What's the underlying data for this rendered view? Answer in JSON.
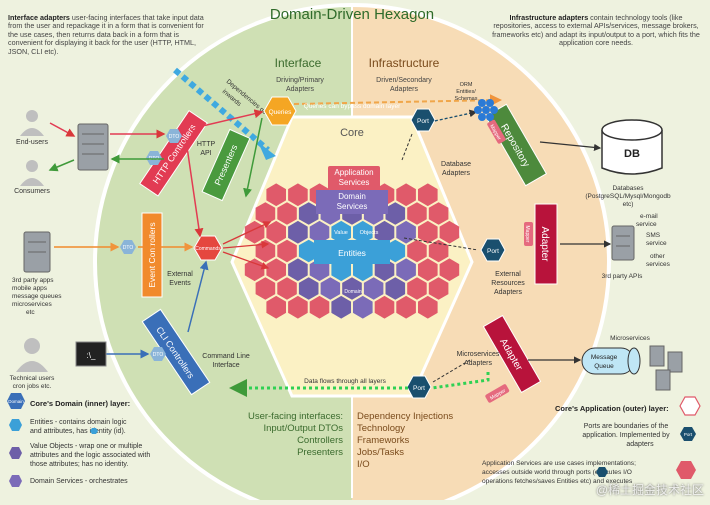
{
  "title": "Domain-Driven Hexagon",
  "notes": {
    "interface_adapters_bold": "Interface adapters",
    "interface_adapters_text": " user-facing interfaces that take input data from the user and repackage it in a form that is convenient for the use cases, then returns data back in a form that is convenient for displaying it back for the user (HTTP, HTML, JSON, CLI etc).",
    "infrastructure_adapters_bold": "Infrastructure adapters",
    "infrastructure_adapters_text": " contain technology tools (like repositories, access to external APIs/services, message brokers, frameworks etc) and adapt its input/output to a port, which fits the application core needs."
  },
  "regions": {
    "interface": "Interface",
    "infrastructure": "Infrastructure",
    "core": "Core"
  },
  "sublabels": {
    "driving_primary": [
      "Driving/Primary",
      "Adapters"
    ],
    "driven_secondary": [
      "Driven/Secondary",
      "Adapters"
    ],
    "dependencies_go_inwards": [
      "Dependencies go",
      "inwards"
    ],
    "queries_bypass": "Queries can bypass domain layer",
    "orm": [
      "ORM",
      "Entities/",
      "Schemas"
    ],
    "http_api": [
      "HTTP",
      "API"
    ],
    "database_adapters": [
      "Database",
      "Adapters"
    ],
    "external_events": [
      "External",
      "Events"
    ],
    "command_line_interface": [
      "Command Line",
      "Interface"
    ],
    "external_resources_adapters": [
      "External",
      "Resources",
      "Adapters"
    ],
    "microservices_adapters": [
      "Microservices",
      "Adapters"
    ],
    "data_flows": "Data flows through all layers"
  },
  "actors": {
    "end_users": "End-users",
    "consumers": "Consumers",
    "third_party_apps": [
      "3rd party apps",
      "mobile apps",
      "message queues",
      "microservices",
      "etc"
    ],
    "technical_users": [
      "Technical users",
      "cron jobs etc."
    ]
  },
  "adapters": {
    "http_controllers": "HTTP Controllers",
    "presenters": "Presenters",
    "event_controllers": "Event Controllers",
    "cli_controllers": "CLI Controllers",
    "repository": "Repository",
    "adapter_top": "Adapter",
    "adapter_bottom": "Adapter"
  },
  "small_tags": {
    "dto": "DTO",
    "queries": "Queries",
    "commands": "Commands",
    "port": "Port",
    "mapper": "Mapper"
  },
  "core_labels": {
    "application_services": [
      "Application",
      "Services"
    ],
    "domain_services": [
      "Domain",
      "Services"
    ],
    "value_objects": [
      "Value",
      "Objects"
    ],
    "entities": "Entities",
    "domain": "Domain"
  },
  "infra": {
    "db": "DB",
    "databases": [
      "Databases",
      "(PostgreSQL/Mysql/Mongodb",
      "etc)"
    ],
    "external_services": [
      "e-mail",
      "service",
      "SMS",
      "service",
      "other",
      "services"
    ],
    "third_party_apis": "3rd party APIs",
    "microservices": "Microservices",
    "message_queue": [
      "Message",
      "Queue"
    ]
  },
  "bottom_left_list": [
    "User-facing interfaces:",
    "Input/Output DTOs",
    "Controllers",
    "Presenters"
  ],
  "bottom_right_list": [
    "Dependency Injections",
    "Technology",
    "Frameworks",
    "Jobs/Tasks",
    "I/O"
  ],
  "legend_left": {
    "title": "Core's Domain (inner) layer:",
    "icon_label": "Domain",
    "entities": [
      "Entities - contains domain logic",
      "and attributes,    has identity (id)."
    ],
    "value_objects": [
      "Value Objects - wrap one or multiple",
      "attributes and the logic associated with",
      "those attributes; has no identity."
    ],
    "domain_services": "Domain Services - orchestrates"
  },
  "legend_right": {
    "title": "Core's Application (outer) layer:",
    "ports": [
      "Ports are boundaries of the",
      "application. Implemented by",
      "adapters"
    ],
    "app_services": [
      "Application Services are use cases implementations;",
      "accesses outside world through      ports (executes I/O",
      "operations fetches/saves Entities etc) and executes"
    ]
  },
  "watermark": "@稀土掘金技术社区",
  "colors": {
    "background": "#eef2df",
    "hex_left": "#cfe0b4",
    "hex_right": "#f7dcb6",
    "core": "#fbf1c4",
    "entity": "#3ba0d8",
    "value_object": "#6d5fa8",
    "domain_service": "#7b6bb8",
    "app_service": "#e05a6a",
    "port": "#1a4f6e",
    "http": "#e23b53",
    "presenter": "#4a9a3e",
    "event": "#f18a2c",
    "cli": "#3a6fb8",
    "repository": "#4d8a3c",
    "adapter": "#b8133b"
  }
}
